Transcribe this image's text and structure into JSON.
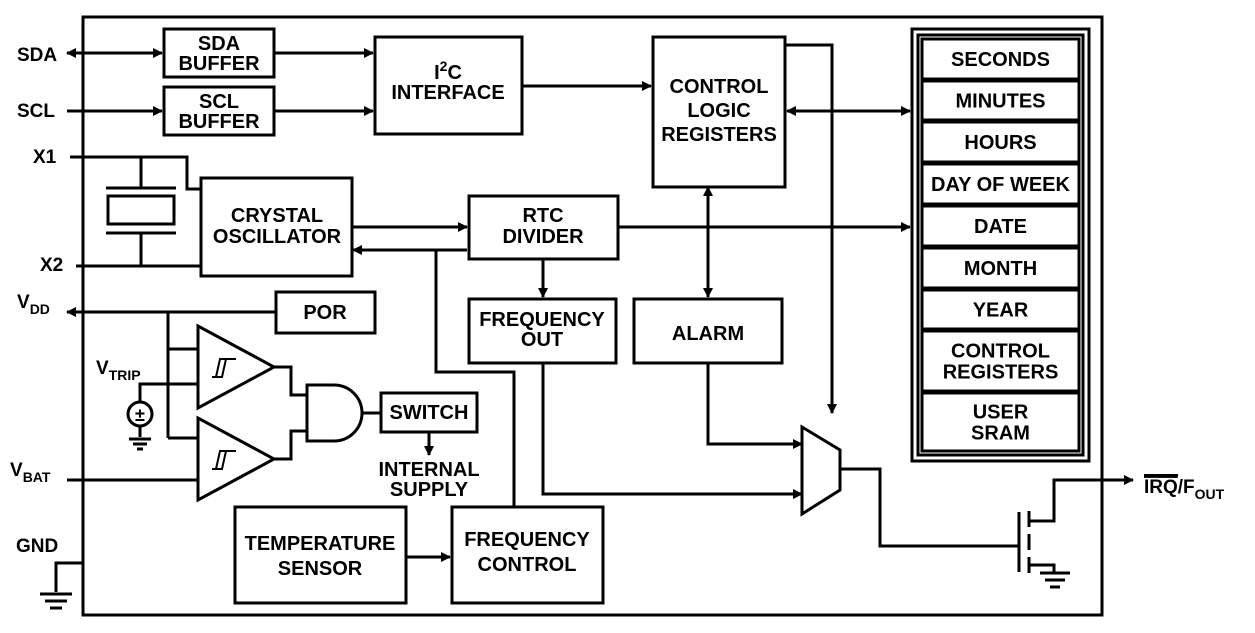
{
  "pins": {
    "sda": "SDA",
    "scl": "SCL",
    "x1": "X1",
    "x2": "X2",
    "vdd": {
      "main": "V",
      "sub": "DD"
    },
    "vtrip": {
      "main": "V",
      "sub": "TRIP"
    },
    "vbat": {
      "main": "V",
      "sub": "BAT"
    },
    "gnd": "GND",
    "irq_fout": {
      "irq": "IRQ",
      "sep": "/F",
      "sub": "OUT"
    }
  },
  "blocks": {
    "sda_buffer": [
      "SDA",
      "BUFFER"
    ],
    "scl_buffer": [
      "SCL",
      "BUFFER"
    ],
    "i2c_interface": {
      "pre": "I",
      "sup": "2",
      "post": "C",
      "line2": "INTERFACE"
    },
    "control_logic": [
      "CONTROL",
      "LOGIC",
      "REGISTERS"
    ],
    "crystal_osc": [
      "CRYSTAL",
      "OSCILLATOR"
    ],
    "rtc_divider": [
      "RTC",
      "DIVIDER"
    ],
    "por": "POR",
    "frequency_out": [
      "FREQUENCY",
      "OUT"
    ],
    "alarm": "ALARM",
    "switch": "SWITCH",
    "internal_supply": [
      "INTERNAL",
      "SUPPLY"
    ],
    "temp_sensor": [
      "TEMPERATURE",
      "SENSOR"
    ],
    "freq_control": [
      "FREQUENCY",
      "CONTROL"
    ],
    "battery_symbol": "±"
  },
  "registers": [
    [
      "SECONDS"
    ],
    [
      "MINUTES"
    ],
    [
      "HOURS"
    ],
    [
      "DAY OF WEEK"
    ],
    [
      "DATE"
    ],
    [
      "MONTH"
    ],
    [
      "YEAR"
    ],
    [
      "CONTROL",
      "REGISTERS"
    ],
    [
      "USER",
      "SRAM"
    ]
  ]
}
